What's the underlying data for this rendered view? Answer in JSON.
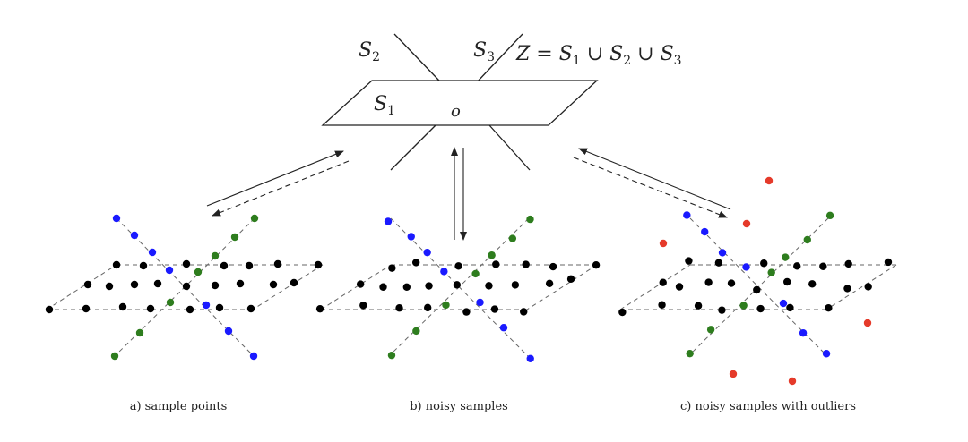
{
  "top": {
    "s1": "S",
    "s1_sub": "1",
    "s2": "S",
    "s2_sub": "2",
    "s3": "S",
    "s3_sub": "3",
    "origin": "o",
    "equation": {
      "lhs": "Z =",
      "t1": "S",
      "t1_sub": "1",
      "op1": "∪",
      "t2": "S",
      "t2_sub": "2",
      "op2": "∪",
      "t3": "S",
      "t3_sub": "3"
    }
  },
  "captions": {
    "a": "a) sample points",
    "b": "b) noisy samples",
    "c": "c) noisy samples with outliers"
  },
  "colors": {
    "plane_points": "#000000",
    "blue_line": "#1a1aff",
    "green_line": "#2e7d1e",
    "outliers": "#e53a2a",
    "lines": "#222222"
  }
}
